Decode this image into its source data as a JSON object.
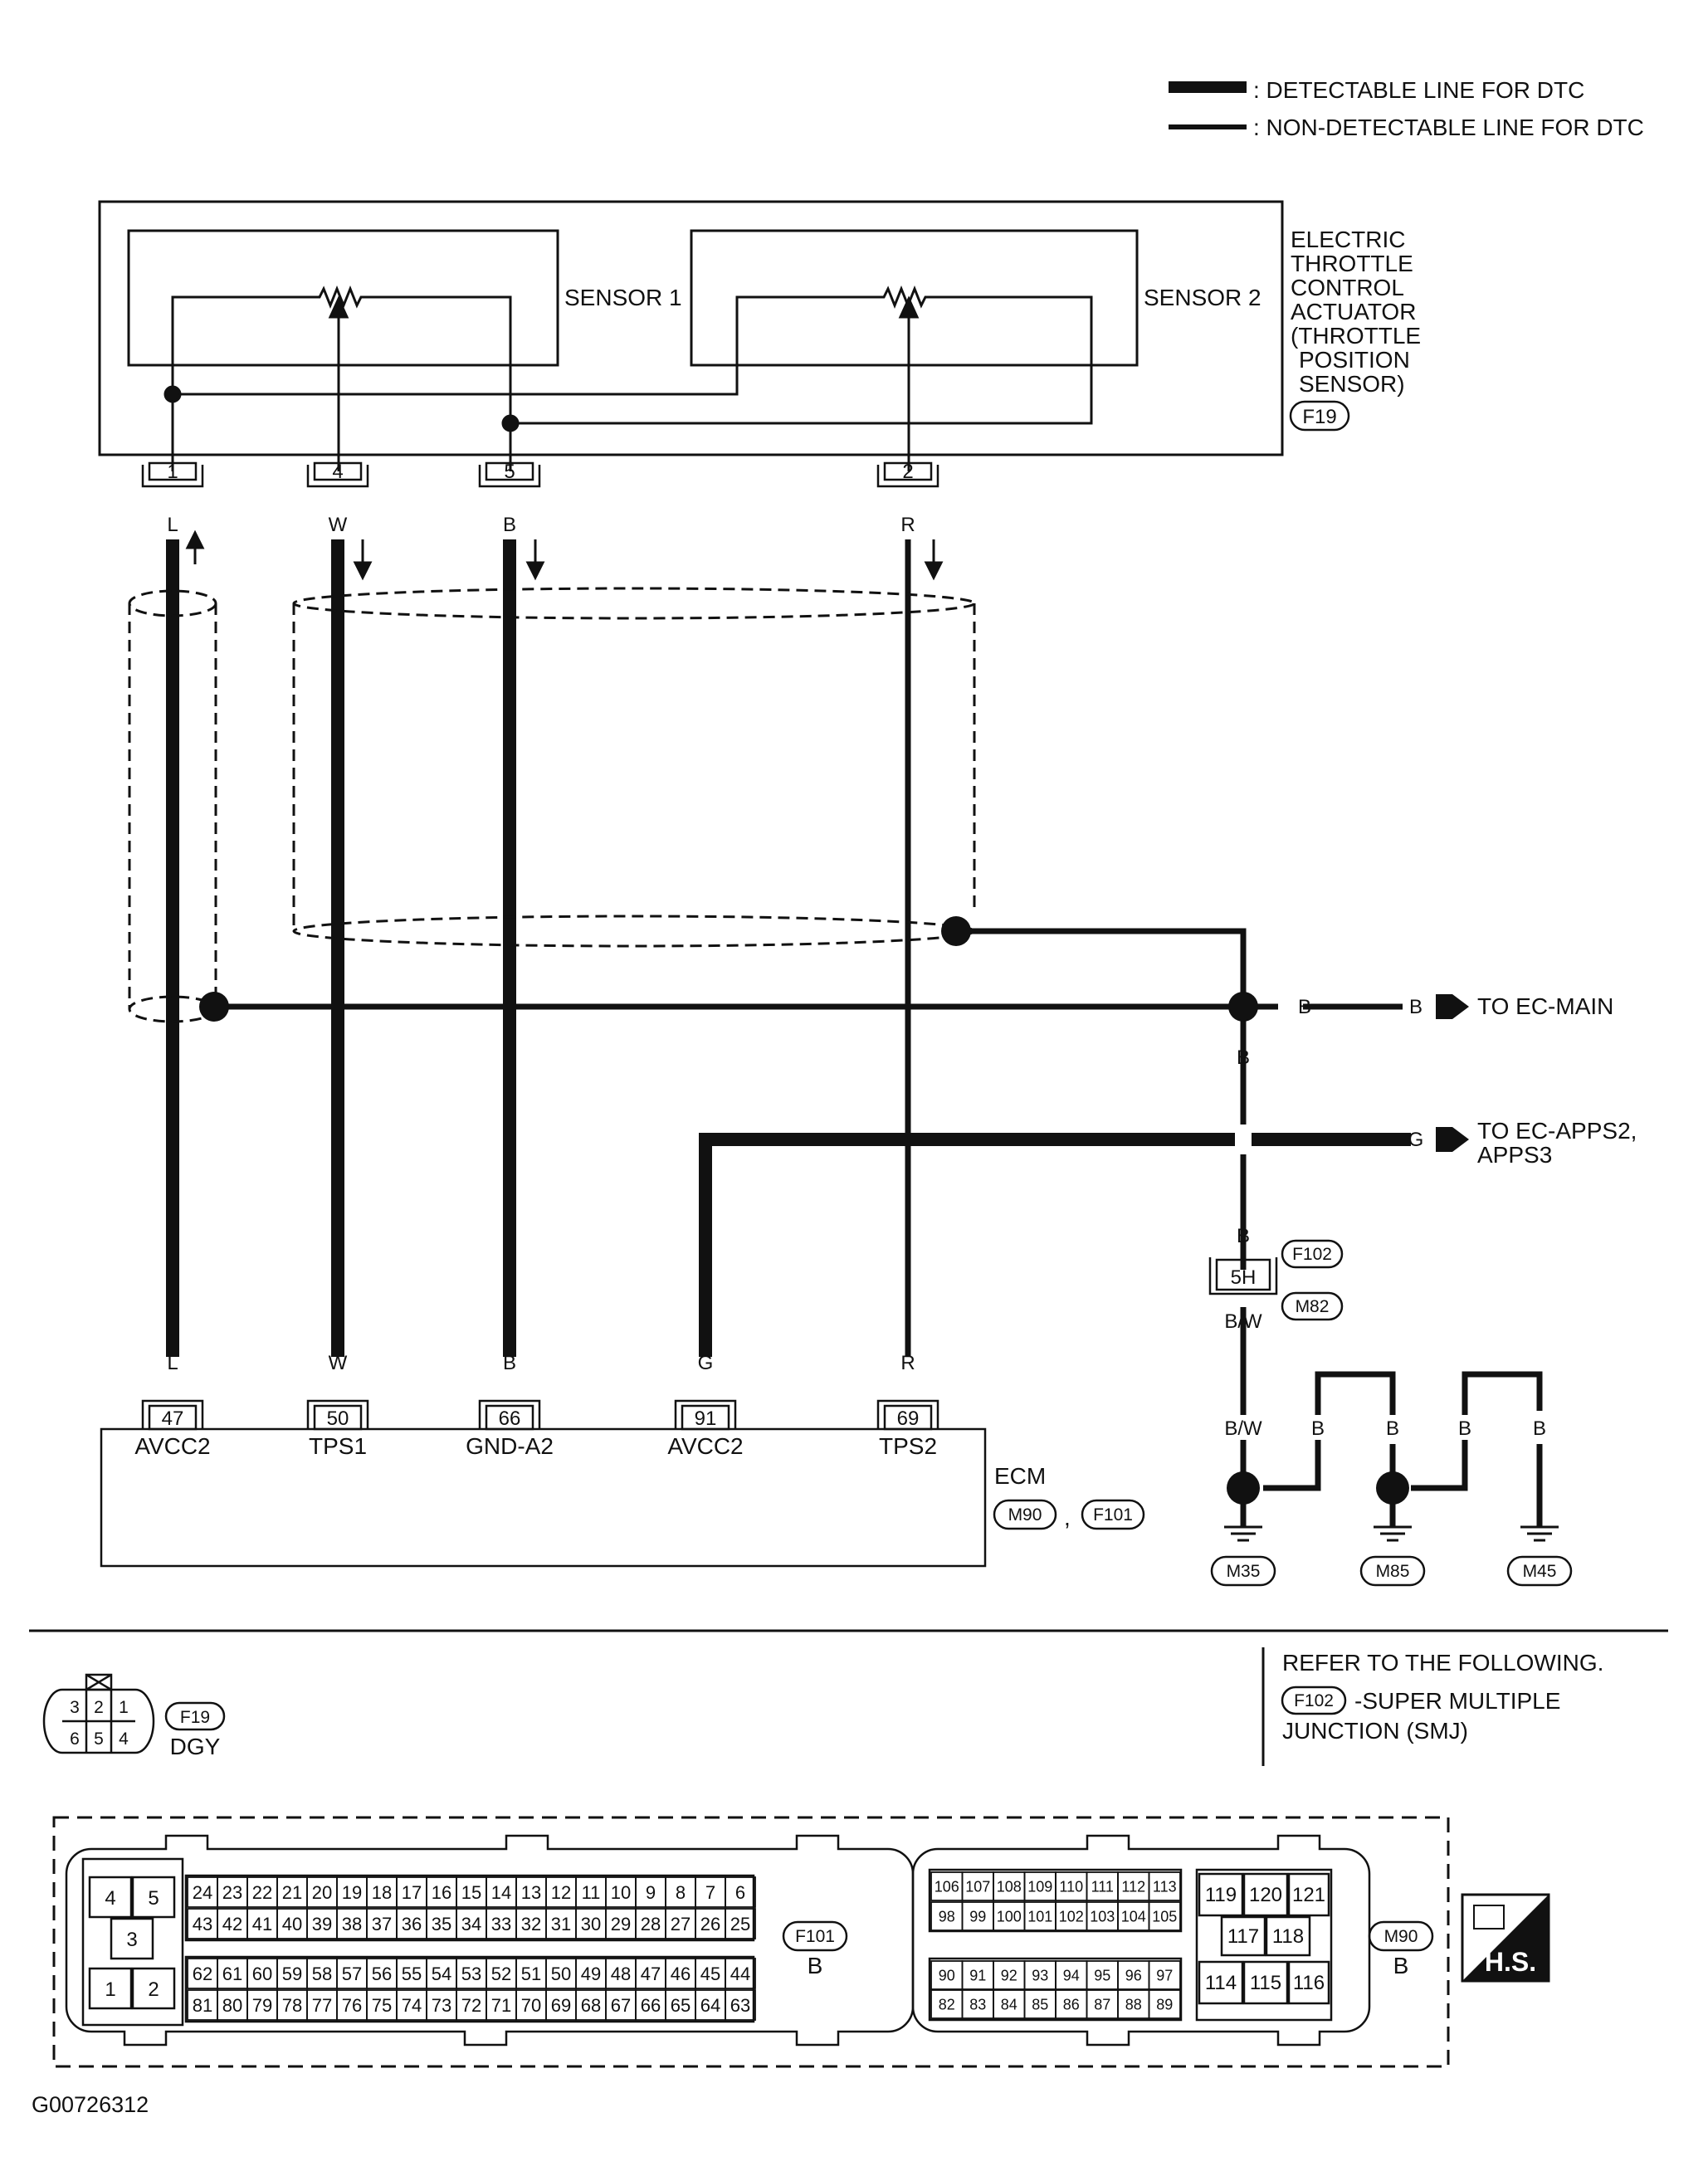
{
  "legend": {
    "detectable": ": DETECTABLE LINE FOR DTC",
    "non_detectable": ": NON-DETECTABLE LINE FOR DTC"
  },
  "actuator": {
    "sensor1": "SENSOR 1",
    "sensor2": "SENSOR 2",
    "title_lines": [
      "ELECTRIC",
      "THROTTLE",
      "CONTROL",
      "ACTUATOR",
      "(THROTTLE",
      "POSITION",
      "SENSOR)"
    ],
    "connector": "F19",
    "pins": [
      "1",
      "4",
      "5",
      "2"
    ],
    "wire_colors": [
      "L",
      "W",
      "B",
      "R"
    ]
  },
  "ecm": {
    "label": "ECM",
    "connectors": [
      "M90",
      "F101"
    ],
    "separator": ",",
    "pins": [
      "47",
      "50",
      "66",
      "91",
      "69"
    ],
    "pin_names": [
      "AVCC2",
      "TPS1",
      "GND-A2",
      "AVCC2",
      "TPS2"
    ],
    "wire_colors": [
      "L",
      "W",
      "B",
      "G",
      "R"
    ]
  },
  "ground": {
    "wire_b": "B",
    "to_ec_main": "TO EC-MAIN",
    "g_label": "G",
    "to_ec_apps": [
      "TO EC-APPS2,",
      "APPS3"
    ],
    "f102": "F102",
    "m82": "M82",
    "pin_5h": "5H",
    "bw": "B/W",
    "grounds": [
      "M35",
      "M85",
      "M45"
    ]
  },
  "bottom": {
    "f19_pins": [
      "3",
      "2",
      "1",
      "6",
      "5",
      "4"
    ],
    "f19_label": "F19",
    "f19_color": "DGY",
    "refer_title": "REFER TO THE FOLLOWING.",
    "refer_conn": "F102",
    "refer_text1": "-SUPER MULTIPLE",
    "refer_text2": "JUNCTION (SMJ)",
    "f101_left": [
      "4",
      "5",
      "3",
      "1",
      "2"
    ],
    "f101_row1": [
      "24",
      "23",
      "22",
      "21",
      "20",
      "19",
      "18",
      "17",
      "16",
      "15",
      "14",
      "13",
      "12",
      "11",
      "10",
      "9",
      "8",
      "7",
      "6"
    ],
    "f101_row2": [
      "43",
      "42",
      "41",
      "40",
      "39",
      "38",
      "37",
      "36",
      "35",
      "34",
      "33",
      "32",
      "31",
      "30",
      "29",
      "28",
      "27",
      "26",
      "25"
    ],
    "f101_row3": [
      "62",
      "61",
      "60",
      "59",
      "58",
      "57",
      "56",
      "55",
      "54",
      "53",
      "52",
      "51",
      "50",
      "49",
      "48",
      "47",
      "46",
      "45",
      "44"
    ],
    "f101_row4": [
      "81",
      "80",
      "79",
      "78",
      "77",
      "76",
      "75",
      "74",
      "73",
      "72",
      "71",
      "70",
      "69",
      "68",
      "67",
      "66",
      "65",
      "64",
      "63"
    ],
    "f101_label": "F101",
    "f101_color": "B",
    "m90_row1": [
      "106",
      "107",
      "108",
      "109",
      "110",
      "111",
      "112",
      "113"
    ],
    "m90_row2": [
      "98",
      "99",
      "100",
      "101",
      "102",
      "103",
      "104",
      "105"
    ],
    "m90_row3": [
      "90",
      "91",
      "92",
      "93",
      "94",
      "95",
      "96",
      "97"
    ],
    "m90_row4": [
      "82",
      "83",
      "84",
      "85",
      "86",
      "87",
      "88",
      "89"
    ],
    "m90_r1": [
      "119",
      "120",
      "121"
    ],
    "m90_r2": [
      "117",
      "118"
    ],
    "m90_r3": [
      "114",
      "115",
      "116"
    ],
    "m90_label": "M90",
    "m90_color": "B",
    "hs": "H.S.",
    "figure_id": "G00726312"
  }
}
